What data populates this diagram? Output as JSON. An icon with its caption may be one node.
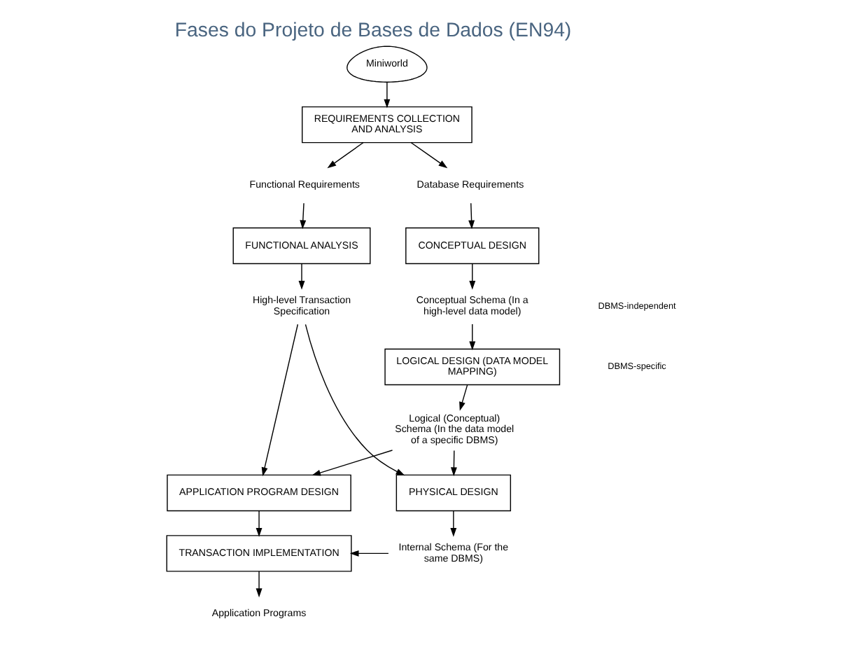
{
  "diagram": {
    "title": "Fases do Projeto de Bases de Dados (EN94)",
    "nodes": [
      {
        "text": [
          "Miniworld"
        ]
      },
      {
        "text": [
          "REQUIREMENTS COLLECTION AND ANALYSIS"
        ]
      },
      {
        "text": [
          "Functional Requirements"
        ]
      },
      {
        "text": [
          "Database Requirements"
        ]
      },
      {
        "text": [
          "FUNCTIONAL ANALYSIS"
        ]
      },
      {
        "text": [
          "CONCEPTUAL DESIGN"
        ]
      },
      {
        "text": [
          "High-level Transaction Specification"
        ]
      },
      {
        "text": [
          "Conceptual Schema (In a high-level data model)"
        ]
      },
      {
        "text": [
          "LOGICAL DESIGN (DATA MODEL MAPPING)"
        ]
      },
      {
        "text": [
          "Logical (Conceptual) Schema (In the data model of a specific DBMS)"
        ]
      },
      {
        "text": [
          "APPLICATION PROGRAM DESIGN"
        ]
      },
      {
        "text": [
          "PHYSICAL DESIGN"
        ]
      },
      {
        "text": [
          "TRANSACTION IMPLEMENTATION"
        ]
      },
      {
        "text": [
          "Internal Schema (For the same DBMS)"
        ]
      },
      {
        "text": [
          "Application Programs"
        ]
      }
    ],
    "edges": [
      {
        "from": 0,
        "to": 1,
        "arrow": "to"
      },
      {
        "from": 1,
        "to": 2,
        "arrow": "to"
      },
      {
        "from": 1,
        "to": 3,
        "arrow": "to"
      },
      {
        "from": 2,
        "to": 4,
        "arrow": "to"
      },
      {
        "from": 3,
        "to": 5,
        "arrow": "to"
      },
      {
        "from": 4,
        "to": 6,
        "arrow": "to"
      },
      {
        "from": 5,
        "to": 7,
        "arrow": "to"
      },
      {
        "from": 6,
        "to": 10,
        "arrow": "to"
      },
      {
        "from": 6,
        "to": 11,
        "arrow": "to"
      },
      {
        "from": 7,
        "to": 8,
        "arrow": "to"
      },
      {
        "from": 8,
        "to": 9,
        "arrow": "to"
      },
      {
        "from": 9,
        "to": 10,
        "arrow": "to"
      },
      {
        "from": 9,
        "to": 11,
        "arrow": "to"
      },
      {
        "from": 10,
        "to": 12,
        "arrow": "to"
      },
      {
        "from": 11,
        "to": 13,
        "arrow": "to"
      },
      {
        "from": 13,
        "to": 12,
        "arrow": "to"
      },
      {
        "from": 12,
        "to": 14,
        "arrow": "to"
      }
    ],
    "labels": [
      "DBMS-independent",
      "DBMS-specific"
    ]
  }
}
